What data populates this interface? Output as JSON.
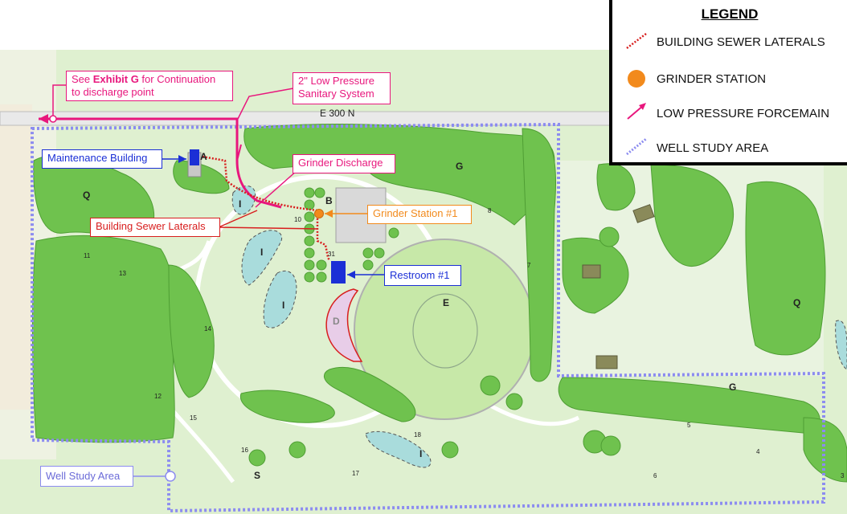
{
  "legend": {
    "title": "LEGEND",
    "items": [
      {
        "label": "BUILDING SEWER LATERALS",
        "color": "#d81e1e",
        "icon": "dotted-red-line"
      },
      {
        "label": "GRINDER STATION",
        "color": "#f28a1c",
        "icon": "orange-circle"
      },
      {
        "label": "LOW PRESSURE FORCEMAIN",
        "color": "#e8177d",
        "icon": "pink-arrow"
      },
      {
        "label": "WELL STUDY AREA",
        "color": "#8c8cf0",
        "icon": "dashed-blue-line"
      }
    ]
  },
  "callouts": {
    "exhibit": {
      "prefix": "See ",
      "bold": "Exhibit G",
      "suffix": " for Continuation",
      "line2": "to discharge point"
    },
    "low_pressure": {
      "line1": "2\" Low Pressure",
      "line2": "Sanitary System"
    },
    "grinder_discharge": "Grinder Discharge",
    "maintenance_building": "Maintenance Building",
    "building_sewer_laterals": "Building Sewer Laterals",
    "grinder_station": "Grinder Station #1",
    "restroom": "Restroom #1",
    "well_study_area": "Well Study Area"
  },
  "map": {
    "road_label": "E 300 N",
    "zones": {
      "A": "A",
      "B": "B",
      "D": "D",
      "E": "E",
      "G": "G",
      "I": "I",
      "Q": "Q",
      "S": "S"
    },
    "well_numbers": [
      "11",
      "13",
      "14",
      "12",
      "15",
      "16",
      "17",
      "18",
      "10",
      "31",
      "8",
      "7",
      "5",
      "4",
      "6",
      "3"
    ]
  },
  "colors": {
    "grass": "#ddf0cf",
    "tree": "#6fc24e",
    "water": "#a9dcdc",
    "forcemain": "#e8177d",
    "lateral": "#d81e1e",
    "grinder": "#f28a1c",
    "study_area": "#8c8cf0",
    "building": "#1b2fd6"
  }
}
